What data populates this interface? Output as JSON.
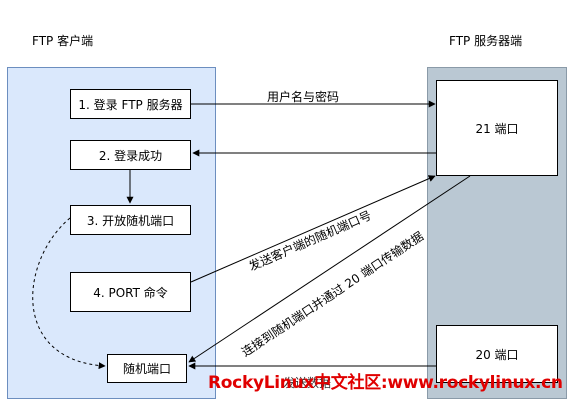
{
  "client_title": "FTP 客户端",
  "server_title": "FTP 服务器端",
  "client_steps": {
    "step1": "1. 登录 FTP 服务器",
    "step2": "2. 登录成功",
    "step3": "3. 开放随机端口",
    "step4": "4. PORT 命令",
    "random_port": "随机端口"
  },
  "server_ports": {
    "port21": "21 端口",
    "port20": "20 端口"
  },
  "edge_labels": {
    "credentials": "用户名与密码",
    "send_port": "发送客户端的随机端口号",
    "connect_data": "连接到随机端口并通过 20 端口传输数据",
    "partial": "发送数据"
  },
  "watermark": "RockyLinux中文社区:www.rockylinux.cn",
  "colors": {
    "client_panel": "#dae8fc",
    "server_panel": "#bac8d3",
    "watermark": "#e00000"
  }
}
